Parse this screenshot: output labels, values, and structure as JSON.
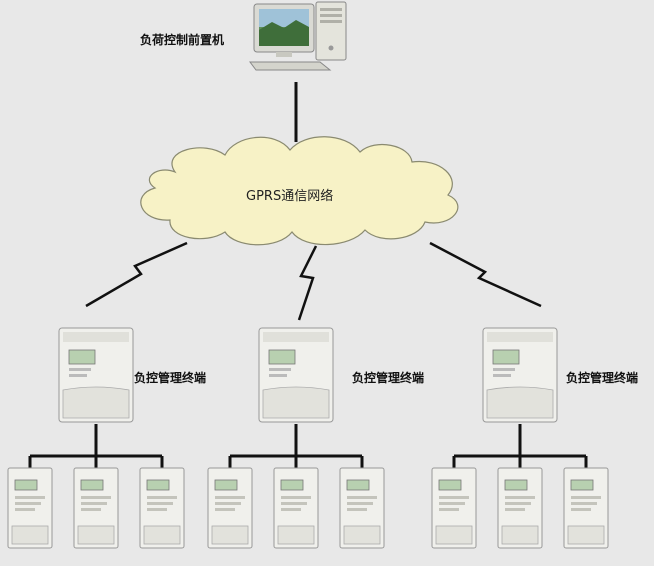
{
  "server": {
    "label": "负荷控制前置机",
    "icon": "desktop-computer-icon"
  },
  "network": {
    "label": "GPRS通信网络",
    "icon": "cloud-icon"
  },
  "terminals": [
    {
      "label": "负控管理终端",
      "meters": 3
    },
    {
      "label": "负控管理终端",
      "meters": 3
    },
    {
      "label": "负控管理终端",
      "meters": 3
    }
  ],
  "colors": {
    "background": "#e8e8e8",
    "cloud_fill": "#f7f2c6",
    "cloud_stroke": "#8a8a70",
    "line": "#111111",
    "device": "#f0f0ec"
  }
}
